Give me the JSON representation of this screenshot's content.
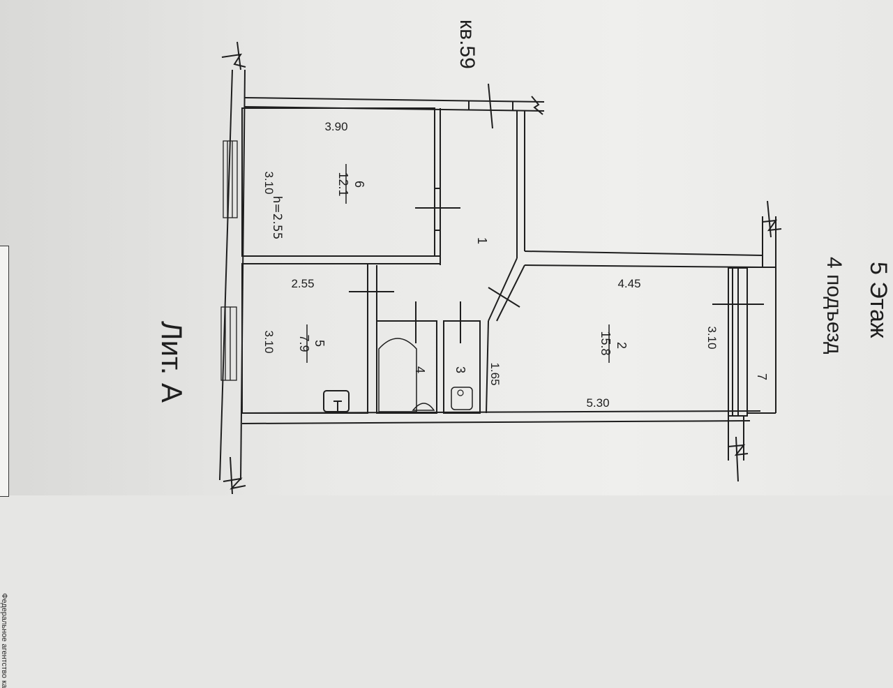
{
  "header": {
    "floor": "5 Этаж",
    "entrance": "4 подъезд",
    "apartment": "кв.59",
    "letter": "Лит. А"
  },
  "agency_text": "Федеральное агентство ка",
  "rooms": [
    {
      "number": "1",
      "area": ""
    },
    {
      "number": "2",
      "area": "15.8"
    },
    {
      "number": "3",
      "area": ""
    },
    {
      "number": "4",
      "area": ""
    },
    {
      "number": "5",
      "area": "7.9"
    },
    {
      "number": "6",
      "area": "12.1"
    },
    {
      "number": "7",
      "area": ""
    }
  ],
  "dimensions": {
    "room6_length": "3.90",
    "room6_width": "3.10",
    "room6_height": "h=2.55",
    "room5_length": "2.55",
    "room5_width": "3.10",
    "room2_length": "4.45",
    "room2_length_bottom": "5.30",
    "room2_width": "3.10",
    "corridor_width": "1.65"
  },
  "colors": {
    "ink": "#1e1e1e",
    "paper": "#ececea"
  }
}
